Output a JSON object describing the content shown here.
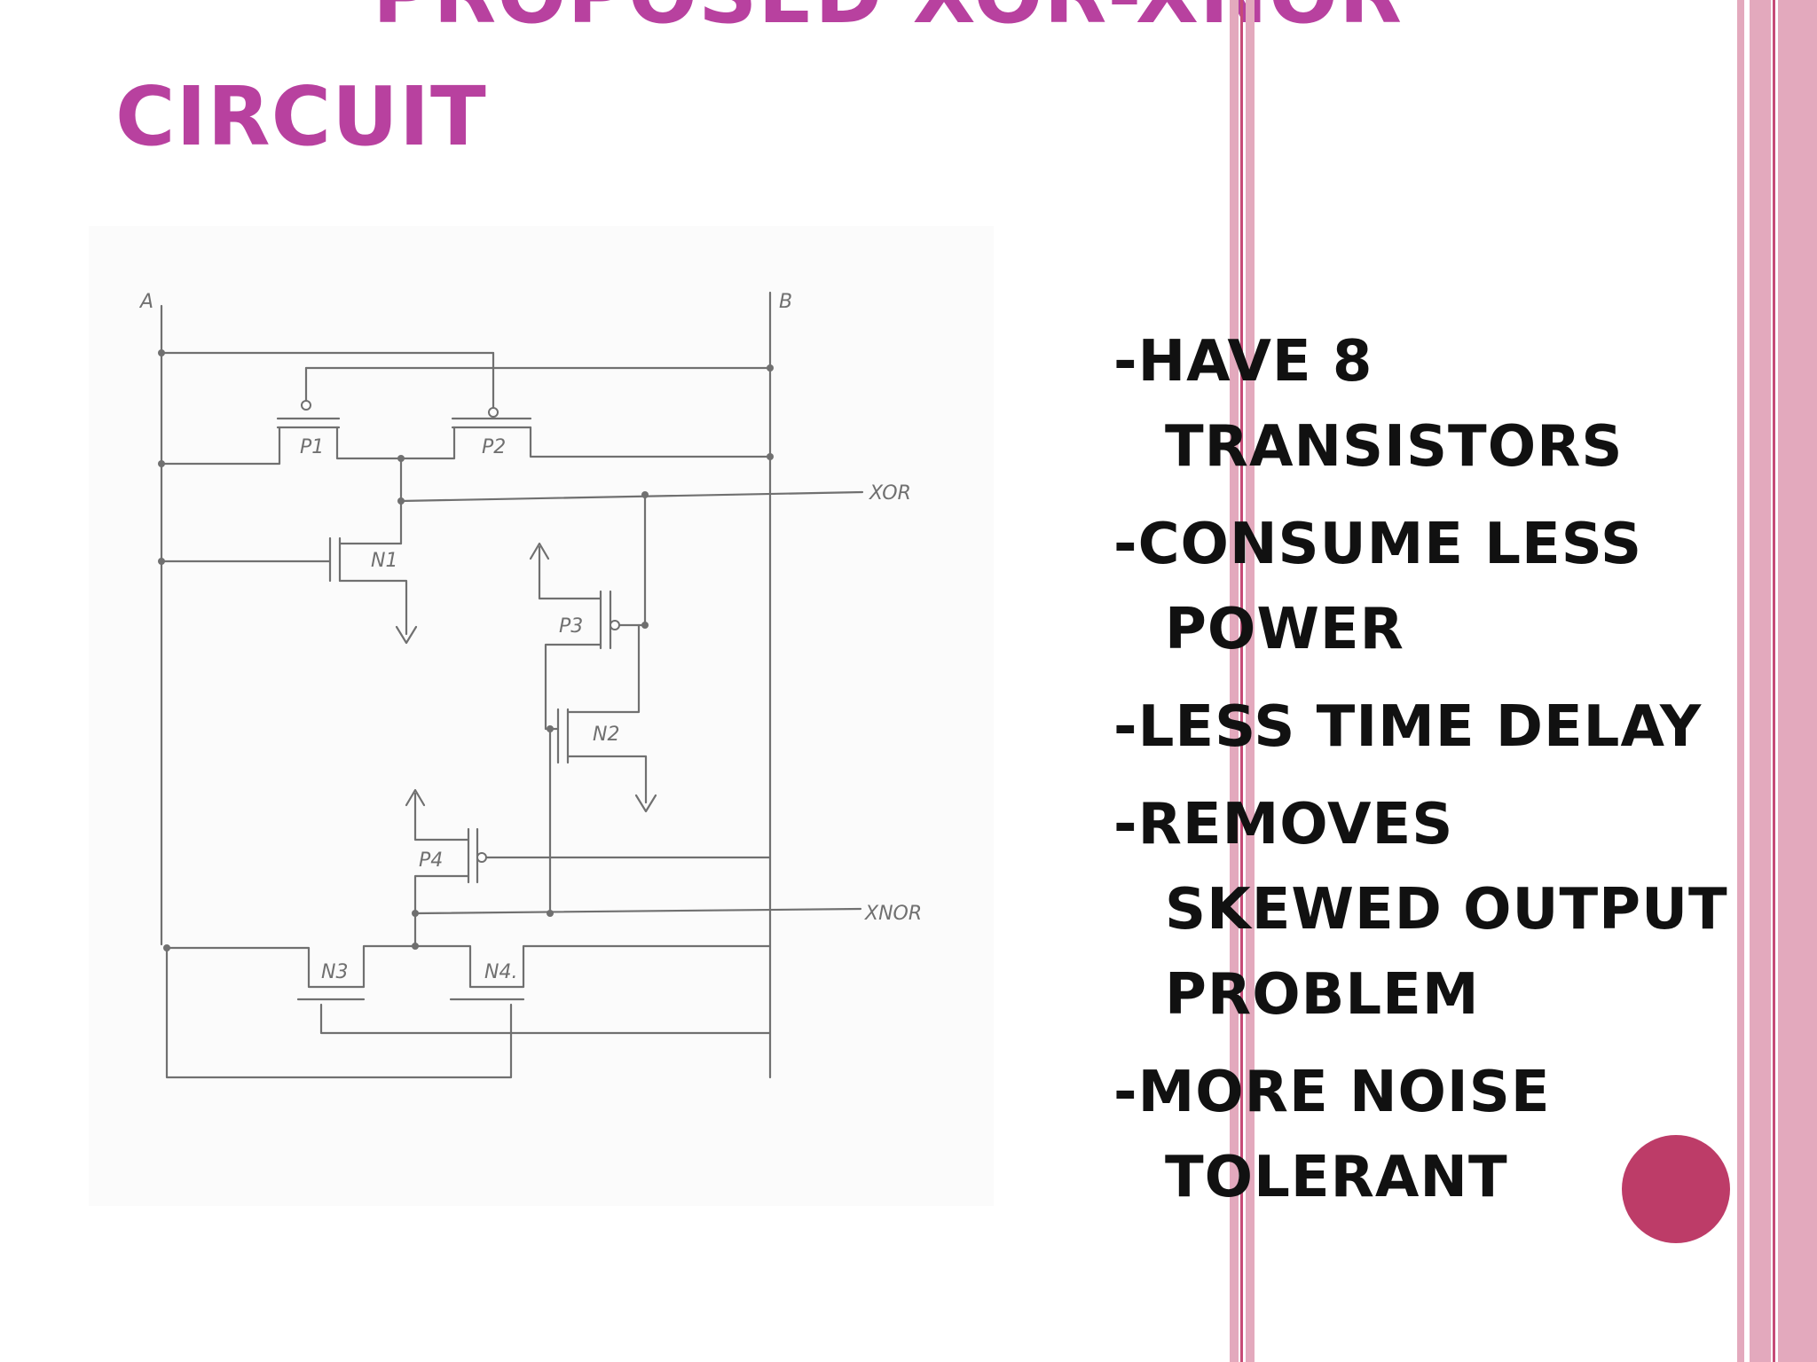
{
  "slide": {
    "title_line1": "Proposed XOR-XNOR",
    "title_line2": "Circuit"
  },
  "diagram": {
    "labels": {
      "a": "A",
      "b": "B",
      "xor": "XOR",
      "xnor": "XNOR",
      "p1": "P1",
      "p2": "P2",
      "p3": "P3",
      "p4": "P4",
      "n1": "N1",
      "n2": "N2",
      "n3": "N3",
      "n4": "N4."
    }
  },
  "bullets": [
    "-Have  8 transistors",
    "-Consume less power",
    "-Less time delay",
    "-Removes skewed output problem",
    "-More noise tolerant"
  ],
  "colors": {
    "title": "#b8419f",
    "accent_dot": "#bd3c68",
    "stripe_light": "#e3a9bd",
    "stripe_dark": "#c64b77",
    "ink": "#707070"
  }
}
